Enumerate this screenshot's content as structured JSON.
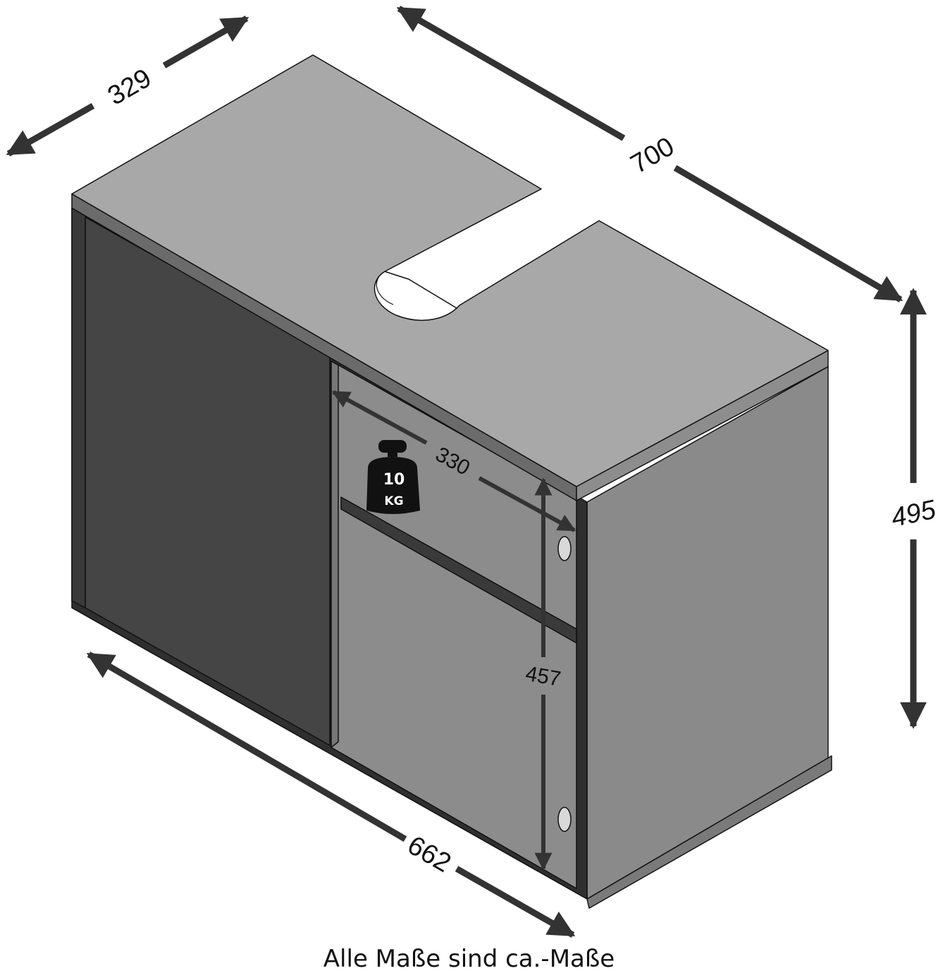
{
  "dimensions": {
    "depth_top": "329",
    "width_top": "700",
    "height_right": "495",
    "inner_width": "330",
    "inner_height": "457",
    "width_bottom": "662"
  },
  "load": {
    "value": "10",
    "unit": "KG"
  },
  "caption": "Alle Maße sind ca.-Maße",
  "colors": {
    "top": "#a8a8a8",
    "door": "#454545",
    "side": "#8a8a8a",
    "interior": "#8c8c8c",
    "frame": "#2a2a2a",
    "arrow": "#333333"
  }
}
